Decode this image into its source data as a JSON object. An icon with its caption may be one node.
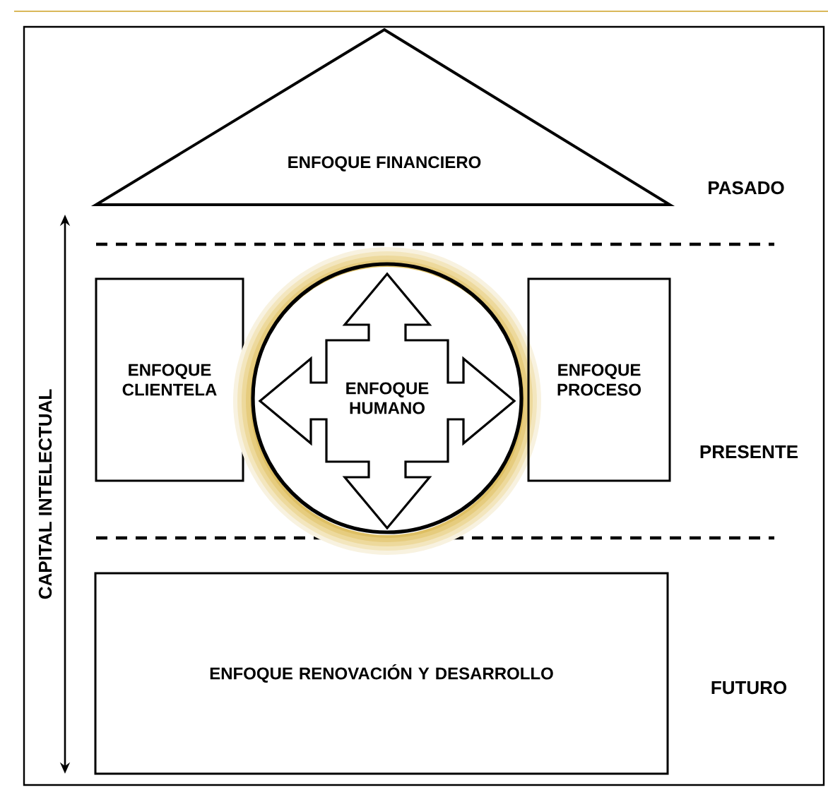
{
  "diagram": {
    "nodes": [
      {
        "text": [
          "ENFOQUE FINANCIERO"
        ]
      },
      {
        "text": [
          "ENFOQUE CLIENTELA"
        ]
      },
      {
        "text": [
          "ENFOQUE HUMANO"
        ]
      },
      {
        "text": [
          "ENFOQUE PROCESO"
        ]
      },
      {
        "text": [
          "ENFOQUE RENOVACIÓN Y DESARROLLO"
        ]
      }
    ],
    "labels": [
      "PASADO",
      "CAPITAL INTELECTUAL",
      "PRESENTE",
      "FUTURO"
    ]
  }
}
